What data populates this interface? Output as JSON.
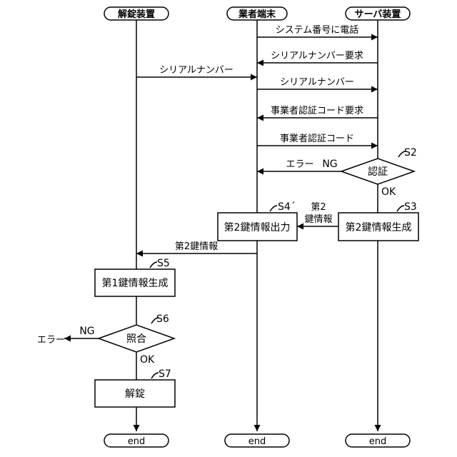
{
  "lanes": {
    "lock_device": "解錠装置",
    "vendor_terminal": "業者端末",
    "server": "サーバ装置"
  },
  "messages": {
    "system_call": "システム番号に電話",
    "serial_request": "シリアルナンバー要求",
    "serial_from_lock": "シリアルナンバー",
    "serial_to_server": "シリアルナンバー",
    "auth_code_request": "事業者認証コード要求",
    "auth_code": "事業者認証コード",
    "error_to_terminal": "エラー",
    "second_key_to_terminal_line1": "第2",
    "second_key_to_terminal_line2": "鍵情報",
    "second_key_to_lock": "第2鍵情報",
    "error_out": "エラー"
  },
  "nodes": {
    "s2_decision": "認証",
    "s3_box": "第2鍵情報生成",
    "s4_box": "第2鍵情報出力",
    "s5_box": "第1鍵情報生成",
    "s6_decision": "照合",
    "s7_box": "解錠"
  },
  "step_labels": {
    "s2": "S2",
    "s3": "S3",
    "s4": "S4´",
    "s5": "S5",
    "s6": "S6",
    "s7": "S7"
  },
  "branches": {
    "s2_ng": "NG",
    "s2_ok": "OK",
    "s6_ng": "NG",
    "s6_ok": "OK"
  },
  "ends": {
    "lock_device": "end",
    "vendor_terminal": "end",
    "server": "end"
  }
}
